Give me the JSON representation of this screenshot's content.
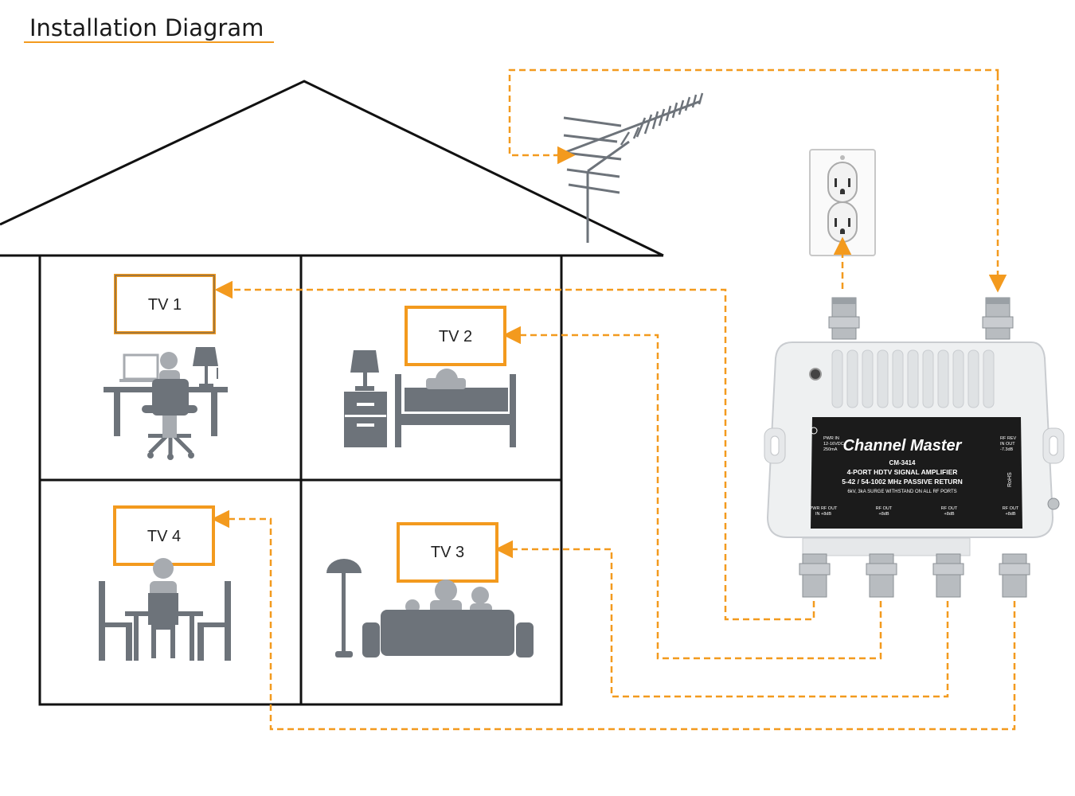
{
  "title": "Installation Diagram",
  "colors": {
    "accent": "#f39a1e",
    "figure": "#6d737a",
    "figure_light": "#a7abb0",
    "line": "#111111"
  },
  "tvs": [
    {
      "id": "tv1",
      "label": "TV 1"
    },
    {
      "id": "tv2",
      "label": "TV 2"
    },
    {
      "id": "tv3",
      "label": "TV 3"
    },
    {
      "id": "tv4",
      "label": "TV 4"
    }
  ],
  "amplifier": {
    "brand": "Channel Master",
    "model": "CM-3414",
    "line1": "4-PORT HDTV SIGNAL AMPLIFIER",
    "line2": "5-42 / 54-1002 MHz PASSIVE RETURN",
    "line3": "6kV, 3kA SURGE WITHSTAND ON ALL RF PORTS",
    "pwr_in": [
      "PWR IN",
      "12-16VDC",
      "250mA"
    ],
    "rf_rev": [
      "RF REV",
      "IN OUT",
      "-7.3dB"
    ],
    "rohs": "RoHS",
    "ports": [
      [
        "PWR RF OUT",
        "IN  +8dB"
      ],
      [
        "RF OUT",
        "+8dB"
      ],
      [
        "RF OUT",
        "+8dB"
      ],
      [
        "RF OUT",
        "+8dB"
      ]
    ]
  }
}
